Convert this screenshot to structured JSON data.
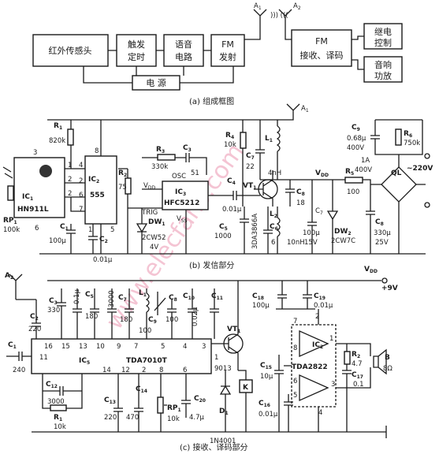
{
  "watermark": "www.elecfans.com",
  "captions": {
    "a": "(a) 组成框图",
    "b": "(b) 发信部分",
    "c": "(c) 接收、译码部分"
  },
  "block_diagram": {
    "ir_head": "红外传感头",
    "trigger": [
      "触发",
      "定时"
    ],
    "voice": [
      "语音",
      "电路"
    ],
    "fm_tx": [
      "FM",
      "发射"
    ],
    "power": "电 源",
    "fm_rx": [
      "FM",
      "接收、译码"
    ],
    "relay_ctrl": [
      "继电",
      "控制"
    ],
    "audio_amp": [
      "音响",
      "功放"
    ],
    "antenna1": "A",
    "antenna1_sub": "1",
    "antenna2": "A",
    "antenna2_sub": "2"
  },
  "transmitter": {
    "R1": "R",
    "R1_sub": "1",
    "R1_val": "820k",
    "IC1": "IC",
    "IC1_sub": "1",
    "IC1_part": "HN911L",
    "RP1": "RP",
    "RP1_sub": "1",
    "RP1_val": "100k",
    "C1": "C",
    "C1_sub": "1",
    "C1_val": "100μ",
    "IC2": "IC",
    "IC2_sub": "2",
    "IC2_part": "555",
    "C2": "C",
    "C2_sub": "2",
    "C2_val": "0.01μ",
    "R2": "R",
    "R2_sub": "2",
    "R2_val": "75",
    "R3": "R",
    "R3_sub": "3",
    "R3_val": "330k",
    "C3": "C",
    "C3_sub": "3",
    "C3_val": "51",
    "osc": "OSC",
    "vdd_label": "V",
    "vdd_sub": "DD",
    "IC3": "IC",
    "IC3_sub": "3",
    "IC3_part": "HFC5212",
    "trig": "TRIG",
    "vss": "V",
    "vss_sub": "SS",
    "DW1": "DW",
    "DW1_sub": "1",
    "DW1_val": "2CW52",
    "DW1_v": "4V",
    "C4": "C",
    "C4_sub": "4",
    "C4_val": "0.01μ",
    "C5": "C",
    "C5_sub": "5",
    "C5_val": "1000",
    "R4": "R",
    "R4_sub": "4",
    "R4_val": "10k",
    "C7": "C",
    "C7_sub": "7",
    "C7_val": "22",
    "L1": "L",
    "L1_sub": "1",
    "L1_val": "4nH",
    "VT1": "VT",
    "VT1_sub": "1",
    "VT1_part": "3DA3866A",
    "C8": "C",
    "C8_sub": "8",
    "C8_val": "18",
    "L2": "L",
    "L2_sub": "2",
    "L2_val": "10nH",
    "C6": "C",
    "C6_sub": "6",
    "C6_val": "6",
    "C7b_val": "100μ",
    "C7b_v": "15V",
    "vdd2_label": "V",
    "vdd2_sub": "DD",
    "DW2": "DW",
    "DW2_sub": "2",
    "DW2_val": "2CW7C",
    "R5": "R",
    "R5_sub": "5",
    "R5_val": "100",
    "C9": "C",
    "C9_sub": "9",
    "C9_val": "0.68μ",
    "C9_v": "400V",
    "R6": "R",
    "R6_sub": "6",
    "R6_val": "750k",
    "fuse_a": "1A",
    "fuse_v": "400V",
    "QL": "QL",
    "C8b": "C",
    "C8b_sub": "8",
    "C8b_val": "330μ",
    "C8b_v": "25V",
    "mains": "~220V",
    "pins": [
      "3",
      "8",
      "4",
      "2",
      "6",
      "7",
      "6",
      "1",
      "5",
      "1",
      "2",
      "2"
    ]
  },
  "receiver": {
    "A2": "A",
    "A2_sub": "2",
    "vdd": "V",
    "vdd_sub": "DD",
    "vdd_val": "+9V",
    "C2": "C",
    "C2_sub": "2",
    "C2_val": "220",
    "C3": "C",
    "C3_sub": "3",
    "C3_val": "330",
    "C4_val": "0.1μ",
    "C5": "C",
    "C5_sub": "5",
    "C5_val": "180",
    "C6_val": "3000",
    "C7": "C",
    "C7_sub": "7",
    "C7_val": "180",
    "L1": "L",
    "L1_sub": "1",
    "C9": "C",
    "C9_sub": "9",
    "C9_val": "100",
    "C8": "C",
    "C8_sub": "8",
    "C8_val": "100",
    "C10": "C",
    "C10_sub": "10",
    "C10_val": "0.02μ",
    "C11": "C",
    "C11_sub": "11",
    "C18": "C",
    "C18_sub": "18",
    "C18_val": "100μ",
    "C19": "C",
    "C19_sub": "19",
    "C19_val": "0.01μ",
    "C1": "C",
    "C1_sub": "1",
    "C1_val": "240",
    "IC5": "IC",
    "IC5_sub": "5",
    "IC5_part": "TDA7010T",
    "top_pins": [
      "16",
      "15",
      "13",
      "10",
      "9",
      "7",
      "5",
      "4",
      "3"
    ],
    "bot_pins": [
      "11",
      "14",
      "12",
      "2",
      "8",
      "6"
    ],
    "pin1": "1",
    "C12": "C",
    "C12_sub": "12",
    "C12_val": "3000",
    "R1": "R",
    "R1_sub": "1",
    "R1_val": "10k",
    "C13": "C",
    "C13_sub": "13",
    "C13_val": "220",
    "C14": "C",
    "C14_sub": "14",
    "C14_val": "470",
    "RP1": "RP",
    "RP1_sub": "1",
    "RP1_val": "10k",
    "C20": "C",
    "C20_sub": "20",
    "C20_val": "4.7μ",
    "VT1": "VT",
    "VT1_sub": "1",
    "VT1_part": "9013",
    "K": "K",
    "D1": "D",
    "D1_sub": "1",
    "D1_part": "1N4001",
    "IC2": "IC",
    "IC2_sub": "2",
    "IC2_part": "TDA2822",
    "C15": "C",
    "C15_sub": "15",
    "C15_val": "10μ",
    "C16": "C",
    "C16_sub": "16",
    "C16_val": "0.01μ",
    "R2": "R",
    "R2_sub": "2",
    "R2_val": "4.7",
    "C17": "C",
    "C17_sub": "17",
    "C17_val": "0.1",
    "B": "B",
    "B_val": "8Ω",
    "amp_pins": [
      "7",
      "2",
      "8",
      "1",
      "6",
      "5",
      "3",
      "4"
    ]
  }
}
